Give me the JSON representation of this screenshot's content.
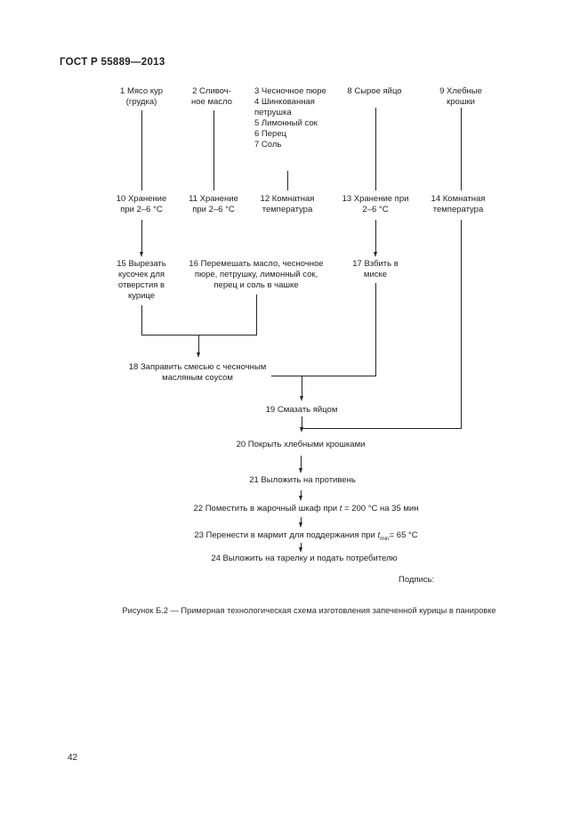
{
  "document": {
    "header_title": "ГОСТ Р 55889—2013",
    "page_number": "42",
    "signature_label": "Подпись:",
    "figure_caption": "Рисунок Б.2 — Примерная технологическая схема изготовления запеченной курицы в панировке"
  },
  "flowchart": {
    "ingredients": {
      "n1": "1 Мясо кур\n(грудка)",
      "n2": "2 Сливоч-\nное масло",
      "n3_7": "3 Чесночное пюре\n4 Шинкованная\nпетрушка\n5 Лимонный сок\n6 Перец\n7 Соль",
      "n8": "8 Сырое яйцо",
      "n9": "9 Хлебные\nкрошки"
    },
    "storage": {
      "n10": "10 Хранение\nпри 2–6 °С",
      "n11": "11 Хранение\nпри 2–6 °С",
      "n12": "12 Комнатная\nтемпература",
      "n13": "13 Хранение при\n2–6 °С",
      "n14": "14 Комнатная\nтемпература"
    },
    "prep": {
      "n15": "15 Вырезать\nкусочек для\nотверстия в\nкурице",
      "n16": "16 Перемешать масло, чесночное\nпюре, петрушку, лимонный сок,\nперец и соль в чашке",
      "n17": "17 Взбить в\nмиске"
    },
    "steps": {
      "n18": "18 Заправить смесью с чесночным\nмасляным соусом",
      "n19": "19 Смазать яйцом",
      "n20": "20 Покрыть хлебными крошками",
      "n21": "21 Выложить на противень",
      "n22": {
        "pre": "22 Поместить в жарочный шкаф при ",
        "var": "t",
        "post": " = 200 °С на 35 мин"
      },
      "n23": {
        "pre": "23 Перенести в мармит для поддержания при ",
        "var": "t",
        "sub": "min",
        "post": "= 65 °С"
      },
      "n24": "24 Выложить на тарелку и подать потребителю"
    }
  }
}
